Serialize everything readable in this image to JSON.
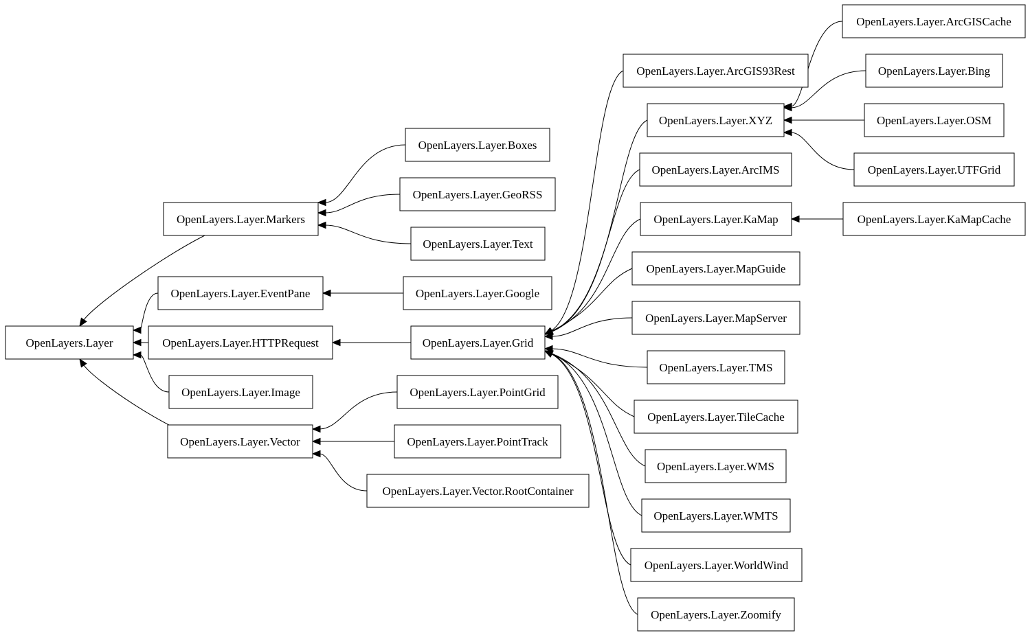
{
  "diagram": {
    "type": "class-hierarchy",
    "nodes": [
      {
        "id": "layer",
        "label": "OpenLayers.Layer"
      },
      {
        "id": "markers",
        "label": "OpenLayers.Layer.Markers"
      },
      {
        "id": "eventpane",
        "label": "OpenLayers.Layer.EventPane"
      },
      {
        "id": "httprequest",
        "label": "OpenLayers.Layer.HTTPRequest"
      },
      {
        "id": "image",
        "label": "OpenLayers.Layer.Image"
      },
      {
        "id": "vector",
        "label": "OpenLayers.Layer.Vector"
      },
      {
        "id": "boxes",
        "label": "OpenLayers.Layer.Boxes"
      },
      {
        "id": "georss",
        "label": "OpenLayers.Layer.GeoRSS"
      },
      {
        "id": "text",
        "label": "OpenLayers.Layer.Text"
      },
      {
        "id": "google",
        "label": "OpenLayers.Layer.Google"
      },
      {
        "id": "grid",
        "label": "OpenLayers.Layer.Grid"
      },
      {
        "id": "pointgrid",
        "label": "OpenLayers.Layer.PointGrid"
      },
      {
        "id": "pointtrack",
        "label": "OpenLayers.Layer.PointTrack"
      },
      {
        "id": "rootcontainer",
        "label": "OpenLayers.Layer.Vector.RootContainer"
      },
      {
        "id": "arcgis93rest",
        "label": "OpenLayers.Layer.ArcGIS93Rest"
      },
      {
        "id": "xyz",
        "label": "OpenLayers.Layer.XYZ"
      },
      {
        "id": "arcims",
        "label": "OpenLayers.Layer.ArcIMS"
      },
      {
        "id": "kamap",
        "label": "OpenLayers.Layer.KaMap"
      },
      {
        "id": "mapguide",
        "label": "OpenLayers.Layer.MapGuide"
      },
      {
        "id": "mapserver",
        "label": "OpenLayers.Layer.MapServer"
      },
      {
        "id": "tms",
        "label": "OpenLayers.Layer.TMS"
      },
      {
        "id": "tilecache",
        "label": "OpenLayers.Layer.TileCache"
      },
      {
        "id": "wms",
        "label": "OpenLayers.Layer.WMS"
      },
      {
        "id": "wmts",
        "label": "OpenLayers.Layer.WMTS"
      },
      {
        "id": "worldwind",
        "label": "OpenLayers.Layer.WorldWind"
      },
      {
        "id": "zoomify",
        "label": "OpenLayers.Layer.Zoomify"
      },
      {
        "id": "arcgiscache",
        "label": "OpenLayers.Layer.ArcGISCache"
      },
      {
        "id": "bing",
        "label": "OpenLayers.Layer.Bing"
      },
      {
        "id": "osm",
        "label": "OpenLayers.Layer.OSM"
      },
      {
        "id": "utfgrid",
        "label": "OpenLayers.Layer.UTFGrid"
      },
      {
        "id": "kamapcache",
        "label": "OpenLayers.Layer.KaMapCache"
      }
    ],
    "edges": [
      {
        "from": "markers",
        "to": "layer"
      },
      {
        "from": "eventpane",
        "to": "layer"
      },
      {
        "from": "httprequest",
        "to": "layer"
      },
      {
        "from": "image",
        "to": "layer"
      },
      {
        "from": "vector",
        "to": "layer"
      },
      {
        "from": "boxes",
        "to": "markers"
      },
      {
        "from": "georss",
        "to": "markers"
      },
      {
        "from": "text",
        "to": "markers"
      },
      {
        "from": "google",
        "to": "eventpane"
      },
      {
        "from": "grid",
        "to": "httprequest"
      },
      {
        "from": "pointgrid",
        "to": "vector"
      },
      {
        "from": "pointtrack",
        "to": "vector"
      },
      {
        "from": "rootcontainer",
        "to": "vector"
      },
      {
        "from": "arcgis93rest",
        "to": "grid"
      },
      {
        "from": "xyz",
        "to": "grid"
      },
      {
        "from": "arcims",
        "to": "grid"
      },
      {
        "from": "kamap",
        "to": "grid"
      },
      {
        "from": "mapguide",
        "to": "grid"
      },
      {
        "from": "mapserver",
        "to": "grid"
      },
      {
        "from": "tms",
        "to": "grid"
      },
      {
        "from": "tilecache",
        "to": "grid"
      },
      {
        "from": "wms",
        "to": "grid"
      },
      {
        "from": "wmts",
        "to": "grid"
      },
      {
        "from": "worldwind",
        "to": "grid"
      },
      {
        "from": "zoomify",
        "to": "grid"
      },
      {
        "from": "arcgiscache",
        "to": "xyz"
      },
      {
        "from": "bing",
        "to": "xyz"
      },
      {
        "from": "osm",
        "to": "xyz"
      },
      {
        "from": "utfgrid",
        "to": "xyz"
      },
      {
        "from": "kamapcache",
        "to": "kamap"
      }
    ]
  }
}
